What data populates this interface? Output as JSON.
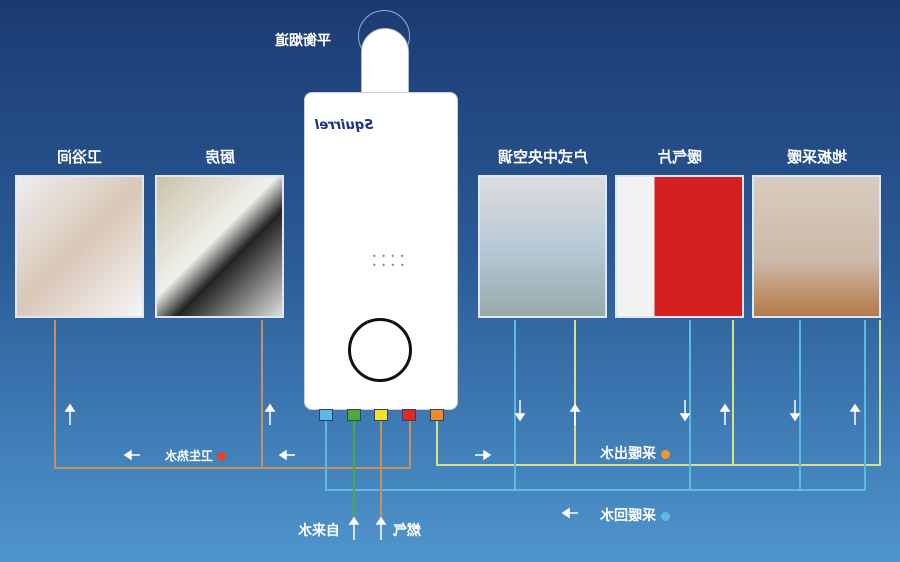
{
  "chimney_label": "平衡烟道",
  "brand": "Squirrel",
  "rooms": [
    {
      "label": "卫浴间"
    },
    {
      "label": "厨房"
    },
    {
      "label": "户式中央空调"
    },
    {
      "label": "暖气片"
    },
    {
      "label": "地板采暖"
    }
  ],
  "legend": {
    "hot_water": {
      "label": "卫生热水",
      "color": "#e8402a"
    },
    "heating_out": {
      "label": "采暖出水",
      "color": "#f0962a"
    },
    "heating_return": {
      "label": "采暖回水",
      "color": "#5bbbe0"
    }
  },
  "inputs": {
    "tap_water": "自来水",
    "gas": "燃气"
  },
  "port_colors": [
    "#5bb8e8",
    "#4caa3c",
    "#f3e22a",
    "#e02a2a",
    "#f08a2a"
  ]
}
